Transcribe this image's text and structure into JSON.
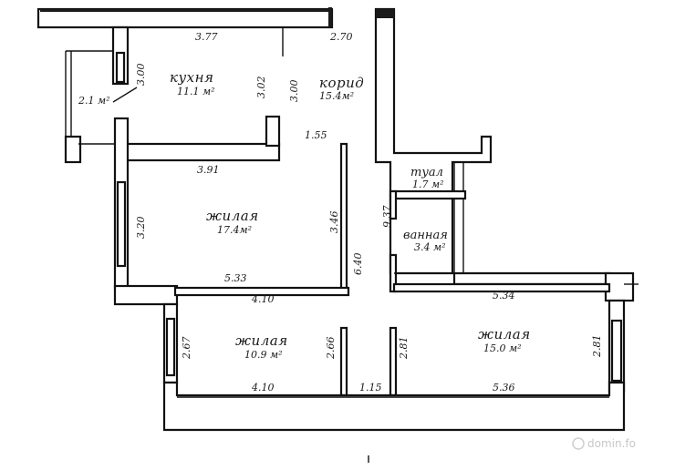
{
  "rooms": {
    "kitchen": {
      "name": "кухня",
      "area": "11.1 м²"
    },
    "corridor": {
      "name": "корид",
      "area": "15.4м²"
    },
    "toilet": {
      "name": "туал",
      "area": "1.7 м²"
    },
    "living1": {
      "name": "жилая",
      "area": "17.4м²"
    },
    "bathroom": {
      "name": "ванная",
      "area": "3.4 м²"
    },
    "living2": {
      "name": "жилая",
      "area": "10.9 м²"
    },
    "living3": {
      "name": "жилая",
      "area": "15.0 м²"
    },
    "balcony": {
      "area": "2.1 м²"
    }
  },
  "dimensions": {
    "d377": "3.77",
    "d270": "2.70",
    "d300a": "3.00",
    "d302": "3.02",
    "d300b": "3.00",
    "d155": "1.55",
    "d391": "3.91",
    "d320": "3.20",
    "d346": "3.46",
    "d937": "9.37",
    "d640": "6.40",
    "d533": "5.33",
    "d410a": "4.10",
    "d534": "5.34",
    "d267": "2.67",
    "d266": "2.66",
    "d281a": "2.81",
    "d281b": "2.81",
    "d410b": "4.10",
    "d115": "1.15",
    "d536": "5.36"
  },
  "watermark": "domin.fo"
}
